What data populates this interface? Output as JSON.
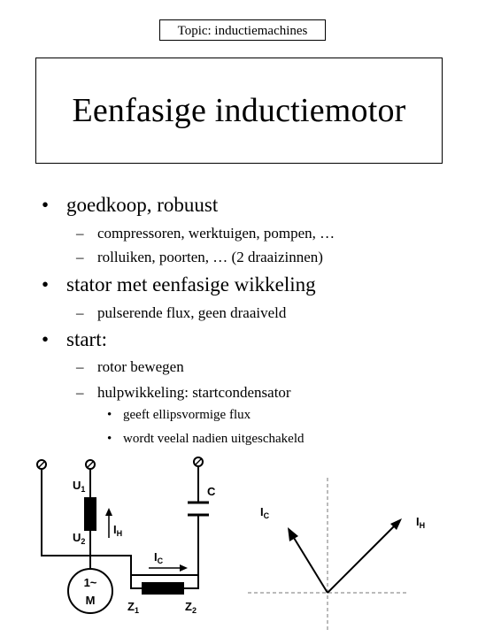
{
  "topic": "Topic: inductiemachines",
  "title": "Eenfasige inductiemotor",
  "bullets": [
    {
      "text": "goedkoop, robuust",
      "subs": [
        "compressoren, werktuigen, pompen, …",
        "rolluiken, poorten, … (2 draaizinnen)"
      ]
    },
    {
      "text": "stator met eenfasige wikkeling",
      "subs": [
        "pulserende flux, geen draaiveld"
      ]
    },
    {
      "text": "start:",
      "subs": [
        "rotor bewegen",
        "hulpwikkeling: startcondensator"
      ],
      "subsubs": [
        "geeft ellipsvormige flux",
        "wordt veelal nadien uitgeschakeld"
      ]
    }
  ],
  "marks": {
    "bullet": "•",
    "dash": "–"
  },
  "circuit": {
    "u": "U",
    "u1": "1",
    "u2": "2",
    "z": "Z",
    "z1": "1",
    "z2": "2",
    "c": "C",
    "i": "I",
    "ih": "H",
    "ic": "C",
    "motor_top": "1~",
    "motor_bottom": "M"
  },
  "phasor": {
    "i": "I",
    "ic": "C",
    "ih": "H"
  }
}
